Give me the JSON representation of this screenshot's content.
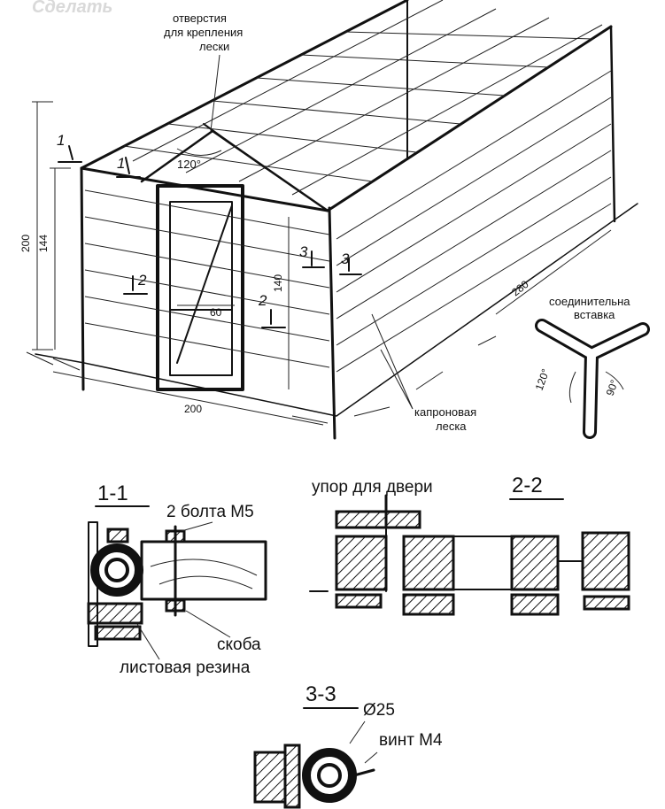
{
  "watermark": "Сделать",
  "labels": {
    "holes": [
      "отверстия",
      "для крепления",
      "лески"
    ],
    "angle_roof": "120°",
    "connector": [
      "соединительна",
      "вставка"
    ],
    "connector_angle_a": "120°",
    "connector_angle_b": "90°",
    "line": [
      "капроновая",
      "леска"
    ],
    "bolts": "2 болта М5",
    "bracket": "скоба",
    "rubber": "листовая резина",
    "door_stop": "упор для двери",
    "diameter": "Ø25",
    "screw": "винт М4"
  },
  "dimensions": {
    "height_total": "200",
    "height_wall": "144",
    "door_height": "140",
    "width": "200",
    "length": "280",
    "door_width": "60"
  },
  "section_marks": {
    "m1a": "1",
    "m1b": "1",
    "m2a": "2",
    "m2b": "2",
    "m3a": "3",
    "m3b": "3"
  },
  "sections": {
    "s11": "1-1",
    "s22": "2-2",
    "s33": "3-3"
  }
}
